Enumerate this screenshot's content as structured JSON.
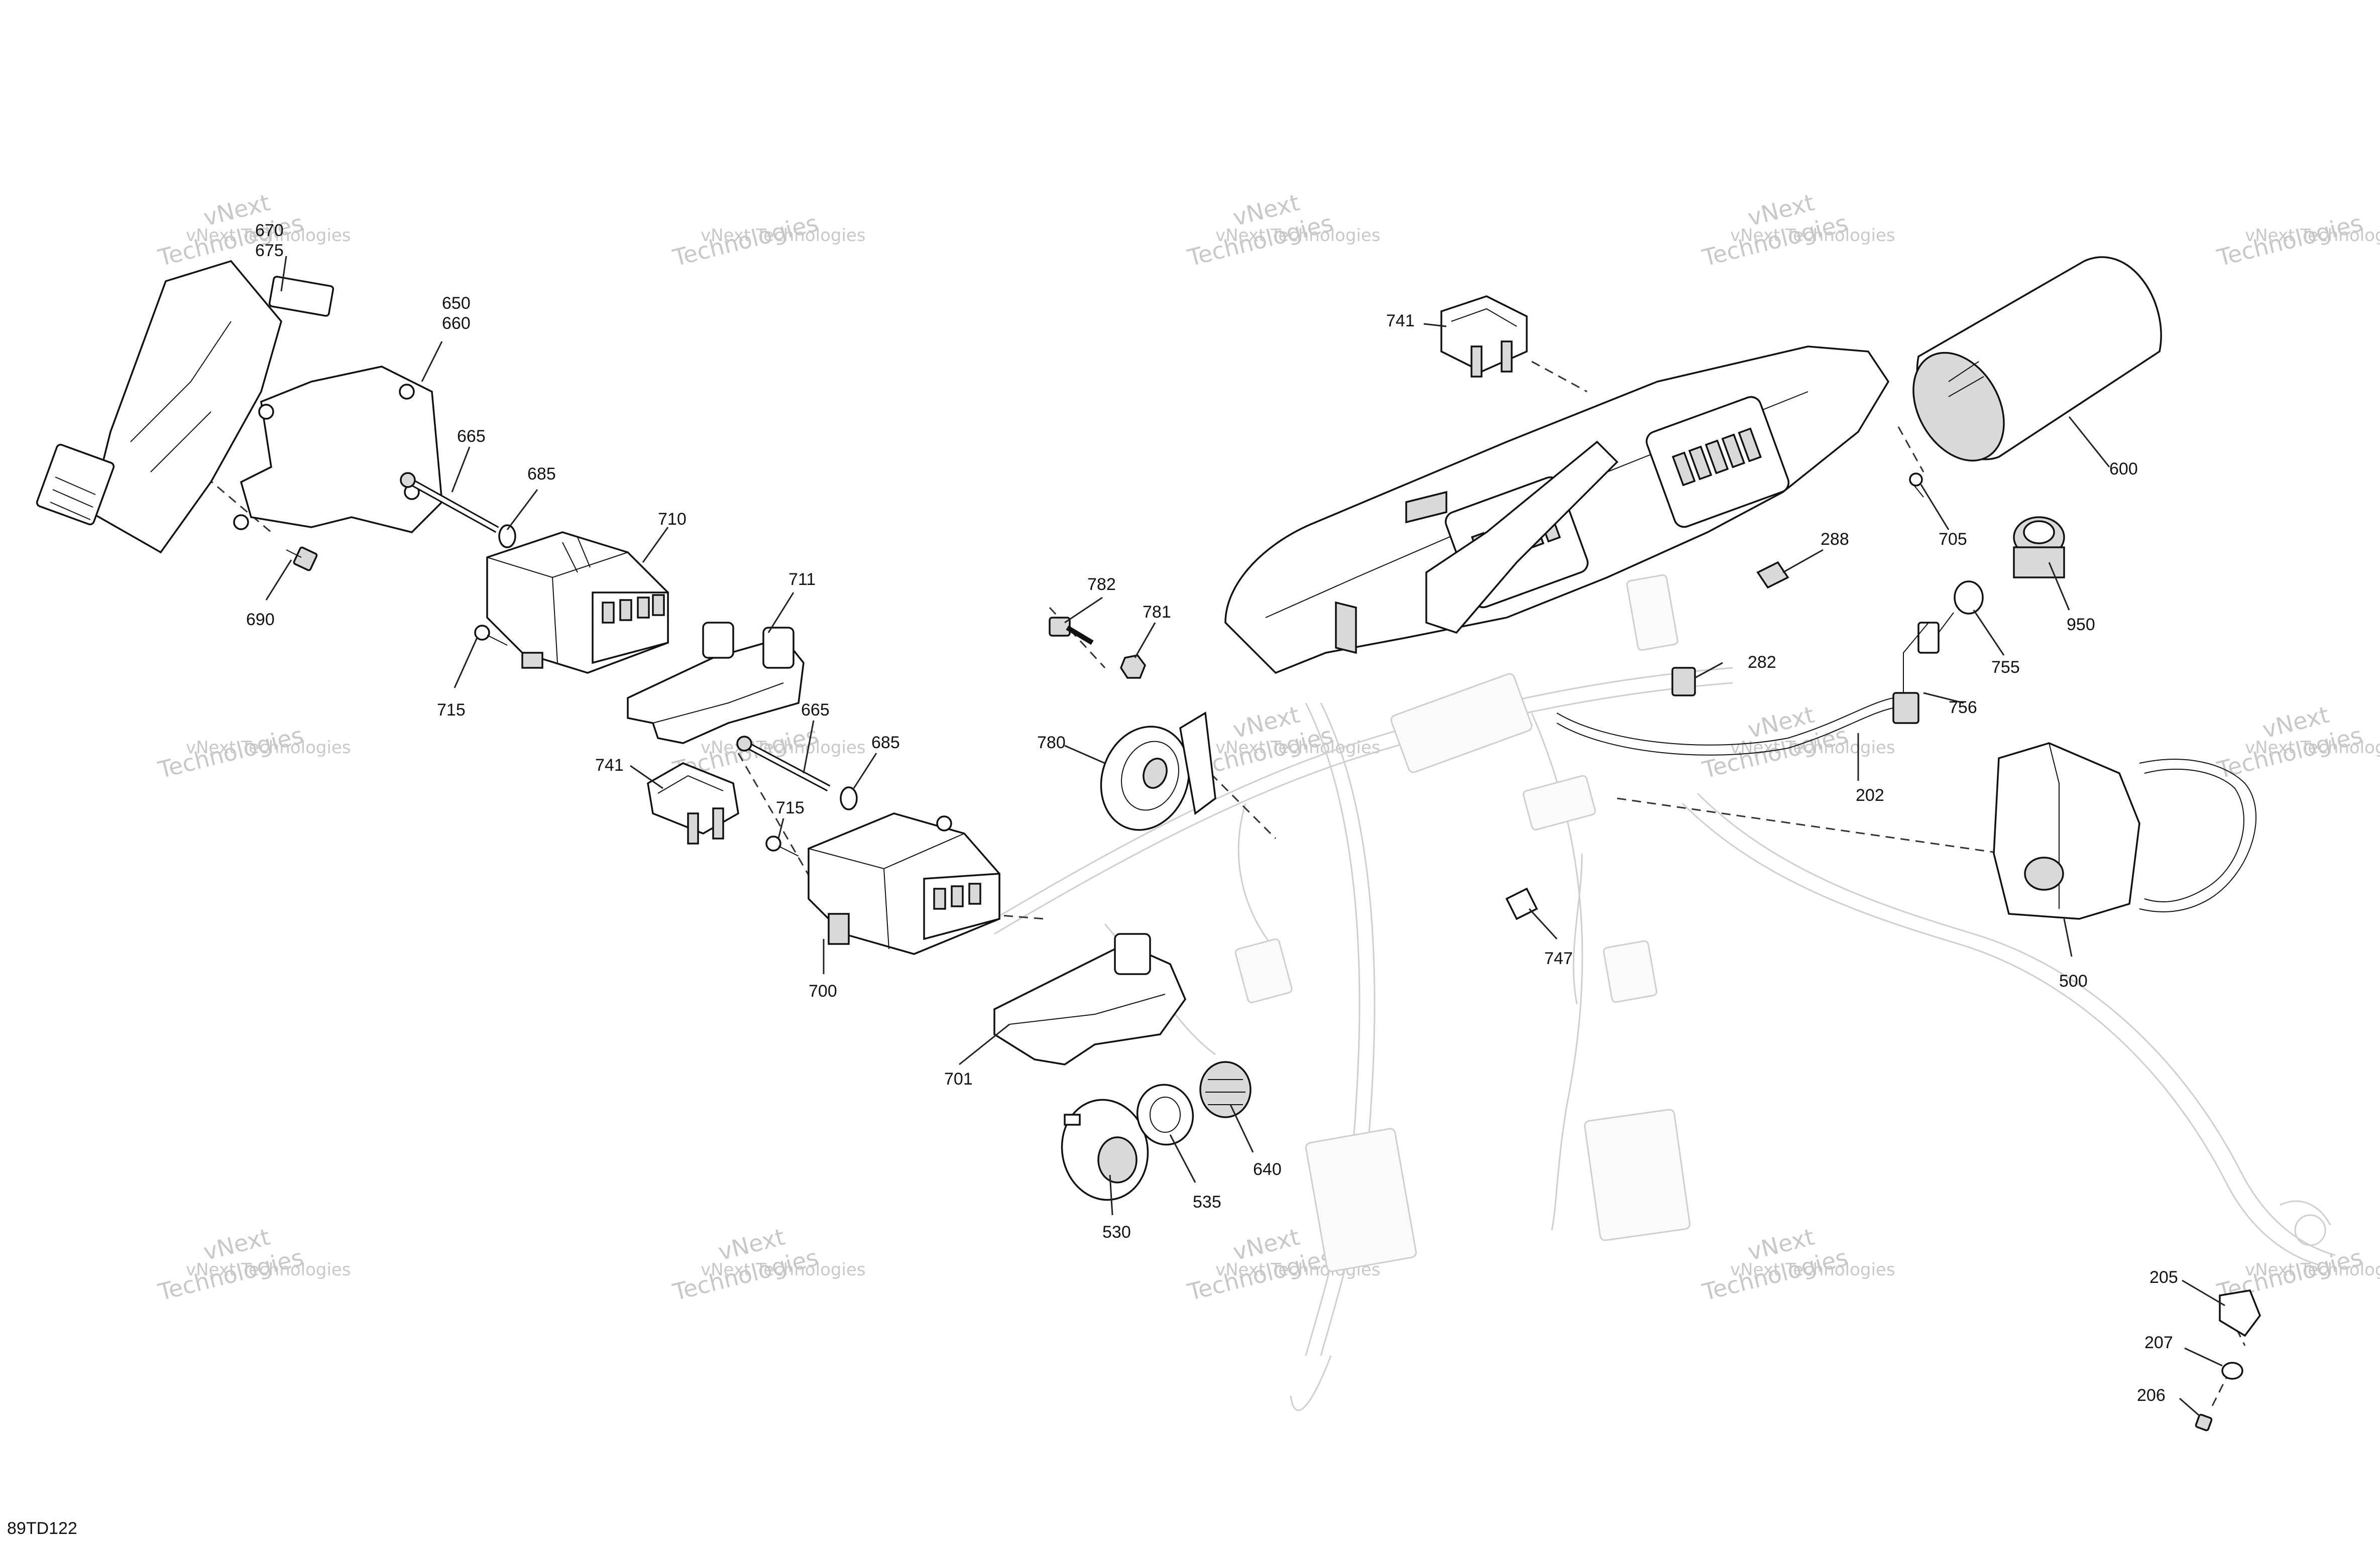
{
  "drawing_id": "89TD122",
  "watermark": {
    "line1": "vNext",
    "line2": "Technologies",
    "line3": "vNext Technologies"
  },
  "callouts": [
    {
      "id": "c670",
      "text": "670"
    },
    {
      "id": "c675",
      "text": "675"
    },
    {
      "id": "c650",
      "text": "650"
    },
    {
      "id": "c660",
      "text": "660"
    },
    {
      "id": "c665a",
      "text": "665"
    },
    {
      "id": "c685a",
      "text": "685"
    },
    {
      "id": "c690",
      "text": "690"
    },
    {
      "id": "c710",
      "text": "710"
    },
    {
      "id": "c711",
      "text": "711"
    },
    {
      "id": "c715a",
      "text": "715"
    },
    {
      "id": "c665b",
      "text": "665"
    },
    {
      "id": "c685b",
      "text": "685"
    },
    {
      "id": "c741a",
      "text": "741"
    },
    {
      "id": "c715b",
      "text": "715"
    },
    {
      "id": "c700",
      "text": "700"
    },
    {
      "id": "c701",
      "text": "701"
    },
    {
      "id": "c530",
      "text": "530"
    },
    {
      "id": "c535",
      "text": "535"
    },
    {
      "id": "c640",
      "text": "640"
    },
    {
      "id": "c782",
      "text": "782"
    },
    {
      "id": "c781",
      "text": "781"
    },
    {
      "id": "c780",
      "text": "780"
    },
    {
      "id": "c741b",
      "text": "741"
    },
    {
      "id": "c600",
      "text": "600"
    },
    {
      "id": "c705",
      "text": "705"
    },
    {
      "id": "c288",
      "text": "288"
    },
    {
      "id": "c282",
      "text": "282"
    },
    {
      "id": "c950",
      "text": "950"
    },
    {
      "id": "c755",
      "text": "755"
    },
    {
      "id": "c756",
      "text": "756"
    },
    {
      "id": "c202",
      "text": "202"
    },
    {
      "id": "c747",
      "text": "747"
    },
    {
      "id": "c500",
      "text": "500"
    },
    {
      "id": "c205",
      "text": "205"
    },
    {
      "id": "c207",
      "text": "207"
    },
    {
      "id": "c206",
      "text": "206"
    }
  ]
}
